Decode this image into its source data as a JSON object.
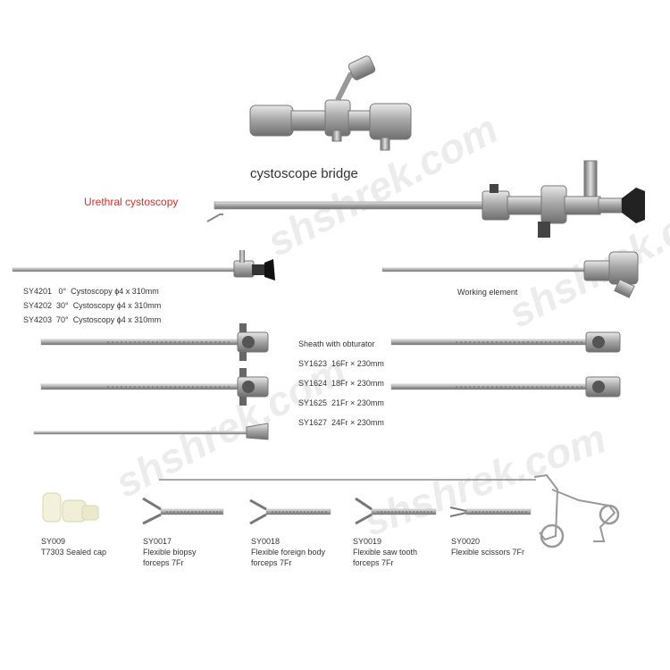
{
  "watermark": {
    "text": "shshrek.com"
  },
  "bridge": {
    "title": "cystoscope bridge"
  },
  "urethral": {
    "title": "Urethral cystoscopy",
    "color": "#d32f2f"
  },
  "working_element": {
    "label": "Working element"
  },
  "telescopes": [
    {
      "code": "SY4201",
      "angle": "0°",
      "desc": "Cystoscopy ϕ4 x 310mm"
    },
    {
      "code": "SY4202",
      "angle": "30°",
      "desc": "Cystoscopy ϕ4 x 310mm"
    },
    {
      "code": "SY4203",
      "angle": "70°",
      "desc": "Cystoscopy ϕ4 x 310mm"
    }
  ],
  "sheath": {
    "title": "Sheath with obturator",
    "items": [
      {
        "code": "SY1623",
        "size": "16Fr × 230mm"
      },
      {
        "code": "SY1624",
        "size": "18Fr × 230mm"
      },
      {
        "code": "SY1625",
        "size": "21Fr × 230mm"
      },
      {
        "code": "SY1627",
        "size": "24Fr × 230mm"
      }
    ]
  },
  "accessories": [
    {
      "code": "SY009",
      "line1": "T7303 Sealed cap",
      "line2": ""
    },
    {
      "code": "SY0017",
      "line1": "Flexible biopsy",
      "line2": "forceps 7Fr"
    },
    {
      "code": "SY0018",
      "line1": "Flexible foreign body",
      "line2": "forceps 7Fr"
    },
    {
      "code": "SY0019",
      "line1": "Flexible saw tooth",
      "line2": "forceps 7Fr"
    },
    {
      "code": "SY0020",
      "line1": "Flexible scissors 7Fr",
      "line2": ""
    }
  ]
}
